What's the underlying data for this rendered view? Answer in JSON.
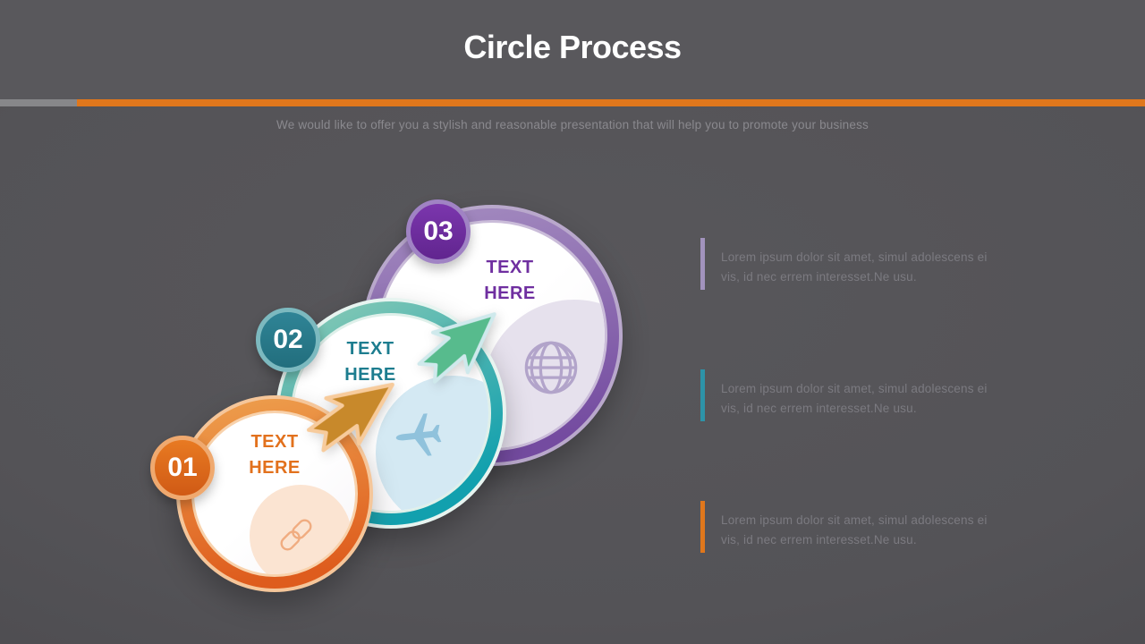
{
  "header": {
    "title": "Circle Process"
  },
  "subtitle": "We would like to offer you a stylish and reasonable presentation that will help you to promote your business",
  "steps": [
    {
      "number": "01",
      "label_lines": [
        "TEXT",
        "HERE"
      ],
      "accent": "#e2711d",
      "icon": "chain-link-icon"
    },
    {
      "number": "02",
      "label_lines": [
        "TEXT",
        "HERE"
      ],
      "accent": "#1d7d8f",
      "icon": "airplane-icon"
    },
    {
      "number": "03",
      "label_lines": [
        "TEXT",
        "HERE"
      ],
      "accent": "#6f2fa0",
      "icon": "globe-icon"
    }
  ],
  "arrows": [
    {
      "from": "01",
      "to": "02",
      "color": "#c8892b",
      "outline": "#f7cb9c"
    },
    {
      "from": "02",
      "to": "03",
      "color": "#57bb8d",
      "outline": "#cfe9ec"
    }
  ],
  "notes": [
    {
      "accent": "#a293bd",
      "lines": [
        "Lorem ipsum dolor sit amet, simul adolescens ei",
        "vis, id nec errem interesset.Ne usu."
      ]
    },
    {
      "accent": "#2d93a8",
      "lines": [
        "Lorem ipsum dolor sit amet, simul adolescens ei",
        "vis, id nec errem interesset.Ne usu."
      ]
    },
    {
      "accent": "#e0771c",
      "lines": [
        "Lorem ipsum dolor sit amet, simul adolescens ei",
        "vis, id nec errem interesset.Ne usu."
      ]
    }
  ],
  "colors": {
    "header_bg": "#59585c",
    "body_bg": "#545357",
    "divider_gray": "#87878a",
    "divider_orange": "#e0771c",
    "title_text": "#ffffff",
    "subtitle_text": "#8a898e",
    "note_text": "#7b7a80"
  }
}
